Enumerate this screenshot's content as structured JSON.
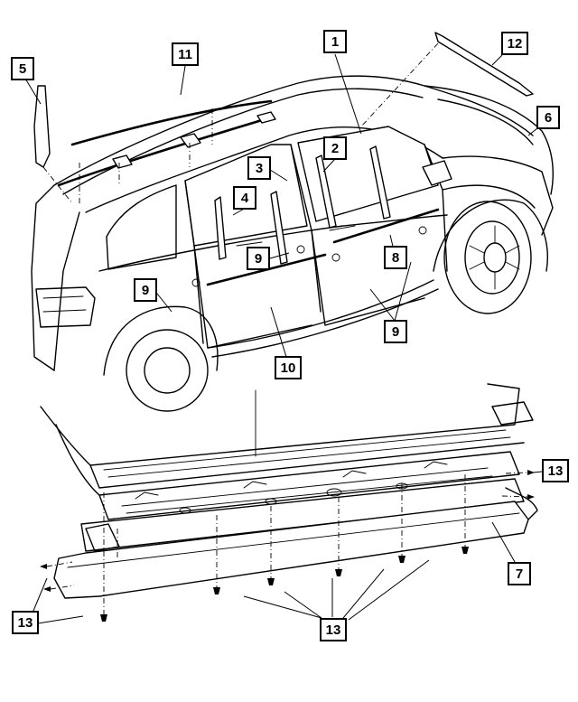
{
  "callouts": {
    "c1": "1",
    "c2": "2",
    "c3": "3",
    "c4": "4",
    "c5": "5",
    "c6": "6",
    "c7": "7",
    "c8": "8",
    "c9a": "9",
    "c9b": "9",
    "c9c": "9",
    "c10": "10",
    "c11": "11",
    "c12": "12",
    "c13a": "13",
    "c13b": "13",
    "c13c": "13"
  }
}
